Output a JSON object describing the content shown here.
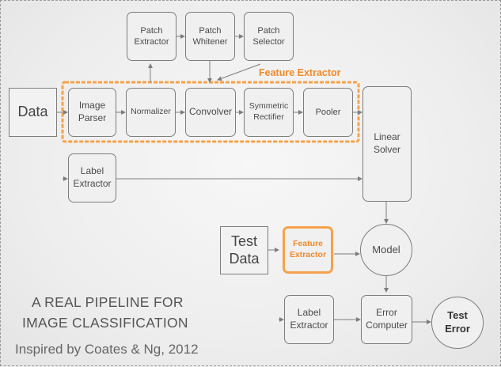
{
  "diagram": {
    "boxes": {
      "data": "Data",
      "image_parser": "Image\nParser",
      "normalizer": "Normalizer",
      "convolver": "Convolver",
      "symmetric_rectifier": "Symmetric\nRectifier",
      "pooler": "Pooler",
      "patch_extractor": "Patch\nExtractor",
      "patch_whitener": "Patch\nWhitener",
      "patch_selector": "Patch\nSelector",
      "label_extractor_top": "Label\nExtractor",
      "linear_solver": "Linear\nSolver",
      "test_data": "Test\nData",
      "feature_extractor_small": "Feature\nExtractor",
      "model": "Model",
      "label_extractor_bottom": "Label\nExtractor",
      "error_computer": "Error\nComputer",
      "test_error": "Test\nError"
    },
    "group_label": "Feature Extractor"
  },
  "title": {
    "line1": "A REAL PIPELINE FOR",
    "line2": "IMAGE CLASSIFICATION"
  },
  "credit": "Inspired by Coates & Ng, 2012",
  "colors": {
    "accent_orange": "#f5a24b",
    "box_border": "#7d7d7d",
    "text_gray": "#4a4a4a"
  }
}
